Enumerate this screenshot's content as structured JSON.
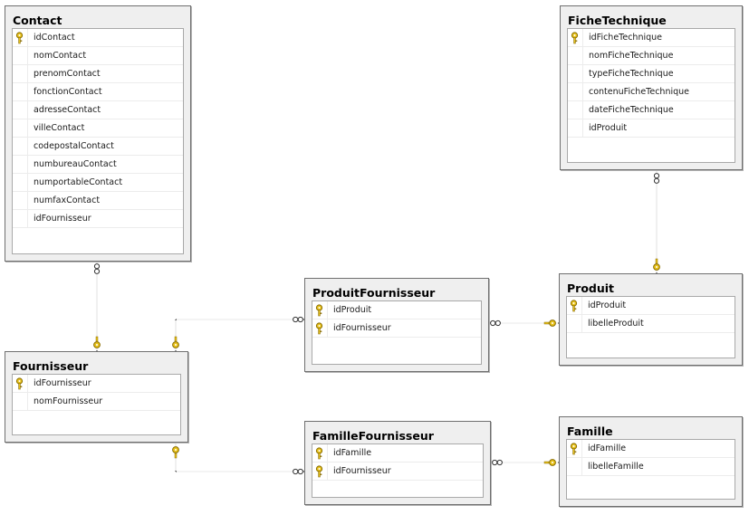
{
  "diagram_title": "",
  "entities": {
    "contact": {
      "name": "Contact",
      "columns": [
        {
          "name": "idContact",
          "key": true
        },
        {
          "name": "nomContact",
          "key": false
        },
        {
          "name": "prenomContact",
          "key": false
        },
        {
          "name": "fonctionContact",
          "key": false
        },
        {
          "name": "adresseContact",
          "key": false
        },
        {
          "name": "villeContact",
          "key": false
        },
        {
          "name": "codepostalContact",
          "key": false
        },
        {
          "name": "numbureauContact",
          "key": false
        },
        {
          "name": "numportableContact",
          "key": false
        },
        {
          "name": "numfaxContact",
          "key": false
        },
        {
          "name": "idFournisseur",
          "key": false
        }
      ]
    },
    "fichetechnique": {
      "name": "FicheTechnique",
      "columns": [
        {
          "name": "idFicheTechnique",
          "key": true
        },
        {
          "name": "nomFicheTechnique",
          "key": false
        },
        {
          "name": "typeFicheTechnique",
          "key": false
        },
        {
          "name": "contenuFicheTechnique",
          "key": false
        },
        {
          "name": "dateFicheTechnique",
          "key": false
        },
        {
          "name": "idProduit",
          "key": false
        }
      ]
    },
    "produitfournisseur": {
      "name": "ProduitFournisseur",
      "columns": [
        {
          "name": "idProduit",
          "key": true
        },
        {
          "name": "idFournisseur",
          "key": true
        }
      ]
    },
    "produit": {
      "name": "Produit",
      "columns": [
        {
          "name": "idProduit",
          "key": true
        },
        {
          "name": "libelleProduit",
          "key": false
        }
      ]
    },
    "fournisseur": {
      "name": "Fournisseur",
      "columns": [
        {
          "name": "idFournisseur",
          "key": true
        },
        {
          "name": "nomFournisseur",
          "key": false
        }
      ]
    },
    "famillefournisseur": {
      "name": "FamilleFournisseur",
      "columns": [
        {
          "name": "idFamille",
          "key": true
        },
        {
          "name": "idFournisseur",
          "key": true
        }
      ]
    },
    "famille": {
      "name": "Famille",
      "columns": [
        {
          "name": "idFamille",
          "key": true
        },
        {
          "name": "libelleFamille",
          "key": false
        }
      ]
    }
  },
  "relationships": [
    {
      "id": "contact-fournisseur",
      "many": "Contact",
      "one": "Fournisseur"
    },
    {
      "id": "fichetechnique-produit",
      "many": "FicheTechnique",
      "one": "Produit"
    },
    {
      "id": "produitfournisseur-fournisseur",
      "many": "ProduitFournisseur",
      "one": "Fournisseur"
    },
    {
      "id": "produitfournisseur-produit",
      "many": "ProduitFournisseur",
      "one": "Produit"
    },
    {
      "id": "famillefournisseur-fournisseur",
      "many": "FamilleFournisseur",
      "one": "Fournisseur"
    },
    {
      "id": "famillefournisseur-famille",
      "many": "FamilleFournisseur",
      "one": "Famille"
    }
  ],
  "icons": {
    "primary_key": "key-icon",
    "many_end": "infinity-icon",
    "one_end": "key-icon"
  },
  "colors": {
    "key": "#e8c21a",
    "key_stroke": "#8a6d00",
    "line": "#555555",
    "header_bg": "#efefef"
  }
}
